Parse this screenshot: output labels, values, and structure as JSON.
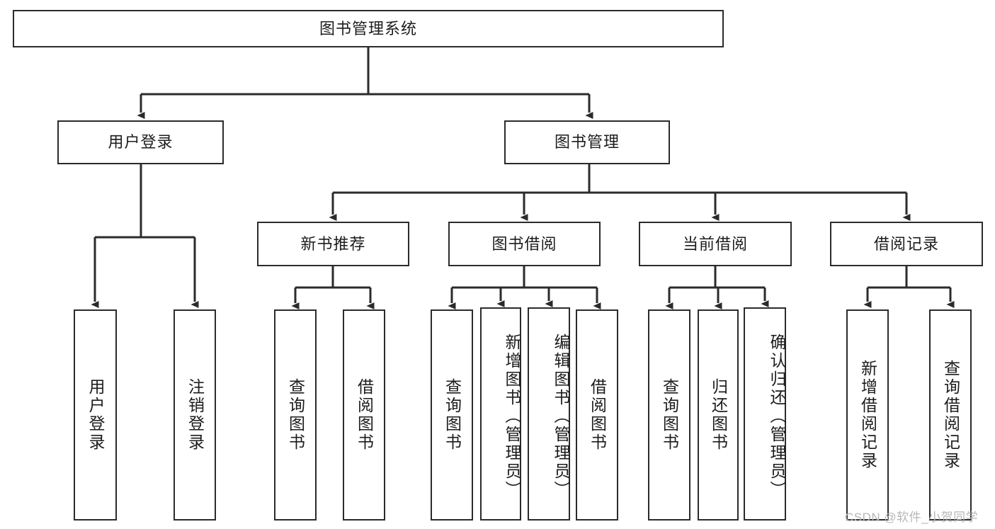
{
  "diagram": {
    "title": "图书管理系统",
    "type": "tree-hierarchy-diagram",
    "root": {
      "label": "图书管理系统"
    },
    "level2": [
      {
        "label": "用户登录"
      },
      {
        "label": "图书管理"
      }
    ],
    "level3": [
      {
        "label": "新书推荐"
      },
      {
        "label": "图书借阅"
      },
      {
        "label": "当前借阅"
      },
      {
        "label": "借阅记录"
      }
    ],
    "leaves": {
      "user_login": [
        {
          "label": "用户登录"
        },
        {
          "label": "注销登录"
        }
      ],
      "new_book_recommend": [
        {
          "label": "查询图书"
        },
        {
          "label": "借阅图书"
        }
      ],
      "book_borrow": [
        {
          "label": "查询图书"
        },
        {
          "label": "新增图书（管理员）"
        },
        {
          "label": "编辑图书（管理员）"
        },
        {
          "label": "借阅图书"
        }
      ],
      "current_borrow": [
        {
          "label": "查询图书"
        },
        {
          "label": "归还图书"
        },
        {
          "label": "确认归还（管理员）"
        }
      ],
      "borrow_record": [
        {
          "label": "新增借阅记录"
        },
        {
          "label": "查询借阅记录"
        }
      ]
    }
  },
  "watermark": {
    "text": "CSDN @软件_小贺同学"
  },
  "colors": {
    "stroke": "#2b2b2b",
    "fill": "#ffffff",
    "text": "#1c1c1c",
    "watermark": "#b7b7b7"
  }
}
